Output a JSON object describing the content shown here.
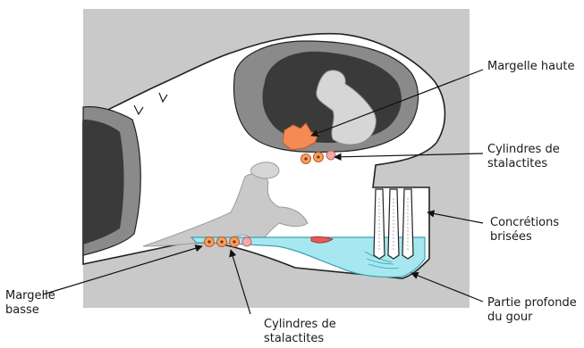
{
  "labels": {
    "margelle_haute": "Margelle haute",
    "cylindres_haut": {
      "line1": "Cylindres de",
      "line2": "stalactites"
    },
    "concretions": {
      "line1": "Concrétions",
      "line2": "brisées"
    },
    "partie_profonde": {
      "line1": "Partie profonde",
      "line2": "du gour"
    },
    "margelle_basse": {
      "line1": "Margelle",
      "line2": "basse"
    },
    "cylindres_bas": {
      "line1": "Cylindres de",
      "line2": "stalactites"
    }
  },
  "colors": {
    "background": "#c9c9c9",
    "rock_white": "#ffffff",
    "gallery_grey": "#8a8a8a",
    "void_dark": "#3a3a3a",
    "concretion_light": "#d6d6d6",
    "water": "#a7e8f0",
    "water_outline": "#3f9fb0",
    "margelle_orange": "#f58a55",
    "cylinder_orange": "#f5a060",
    "cylinder_pink": "#f3a9a9",
    "outline": "#222222"
  }
}
